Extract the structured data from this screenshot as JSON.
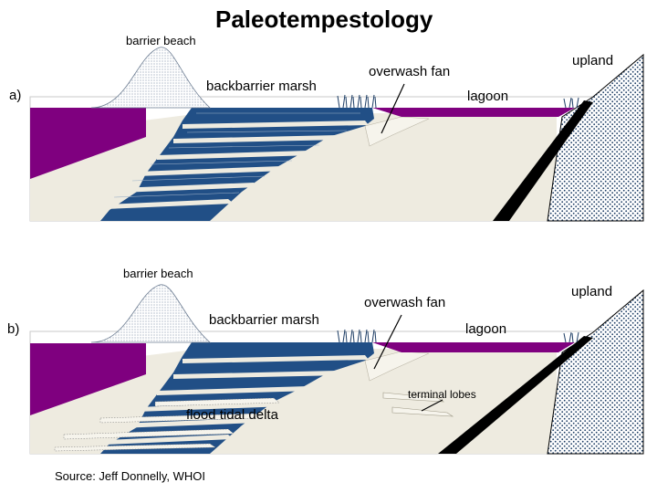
{
  "title": "Paleotempestology",
  "panel_a": {
    "letter": "a)",
    "labels": {
      "barrier_beach": "barrier beach",
      "backbarrier_marsh": "backbarrier marsh",
      "overwash_fan": "overwash fan",
      "lagoon": "lagoon",
      "upland": "upland"
    }
  },
  "panel_b": {
    "letter": "b)",
    "labels": {
      "barrier_beach": "barrier beach",
      "backbarrier_marsh": "backbarrier marsh",
      "overwash_fan": "overwash fan",
      "lagoon": "lagoon",
      "upland": "upland",
      "terminal_lobes": "terminal lobes",
      "flood_tidal_delta": "flood tidal delta"
    }
  },
  "source": "Source:  Jeff Donnelly, WHOI",
  "colors": {
    "water": "#7f007f",
    "marsh_peat": "#214f86",
    "sand": "#eeebe0",
    "upland_fill": "#d8e0e8",
    "upland_edge": "#000000",
    "frame": "#c8c8c8"
  }
}
